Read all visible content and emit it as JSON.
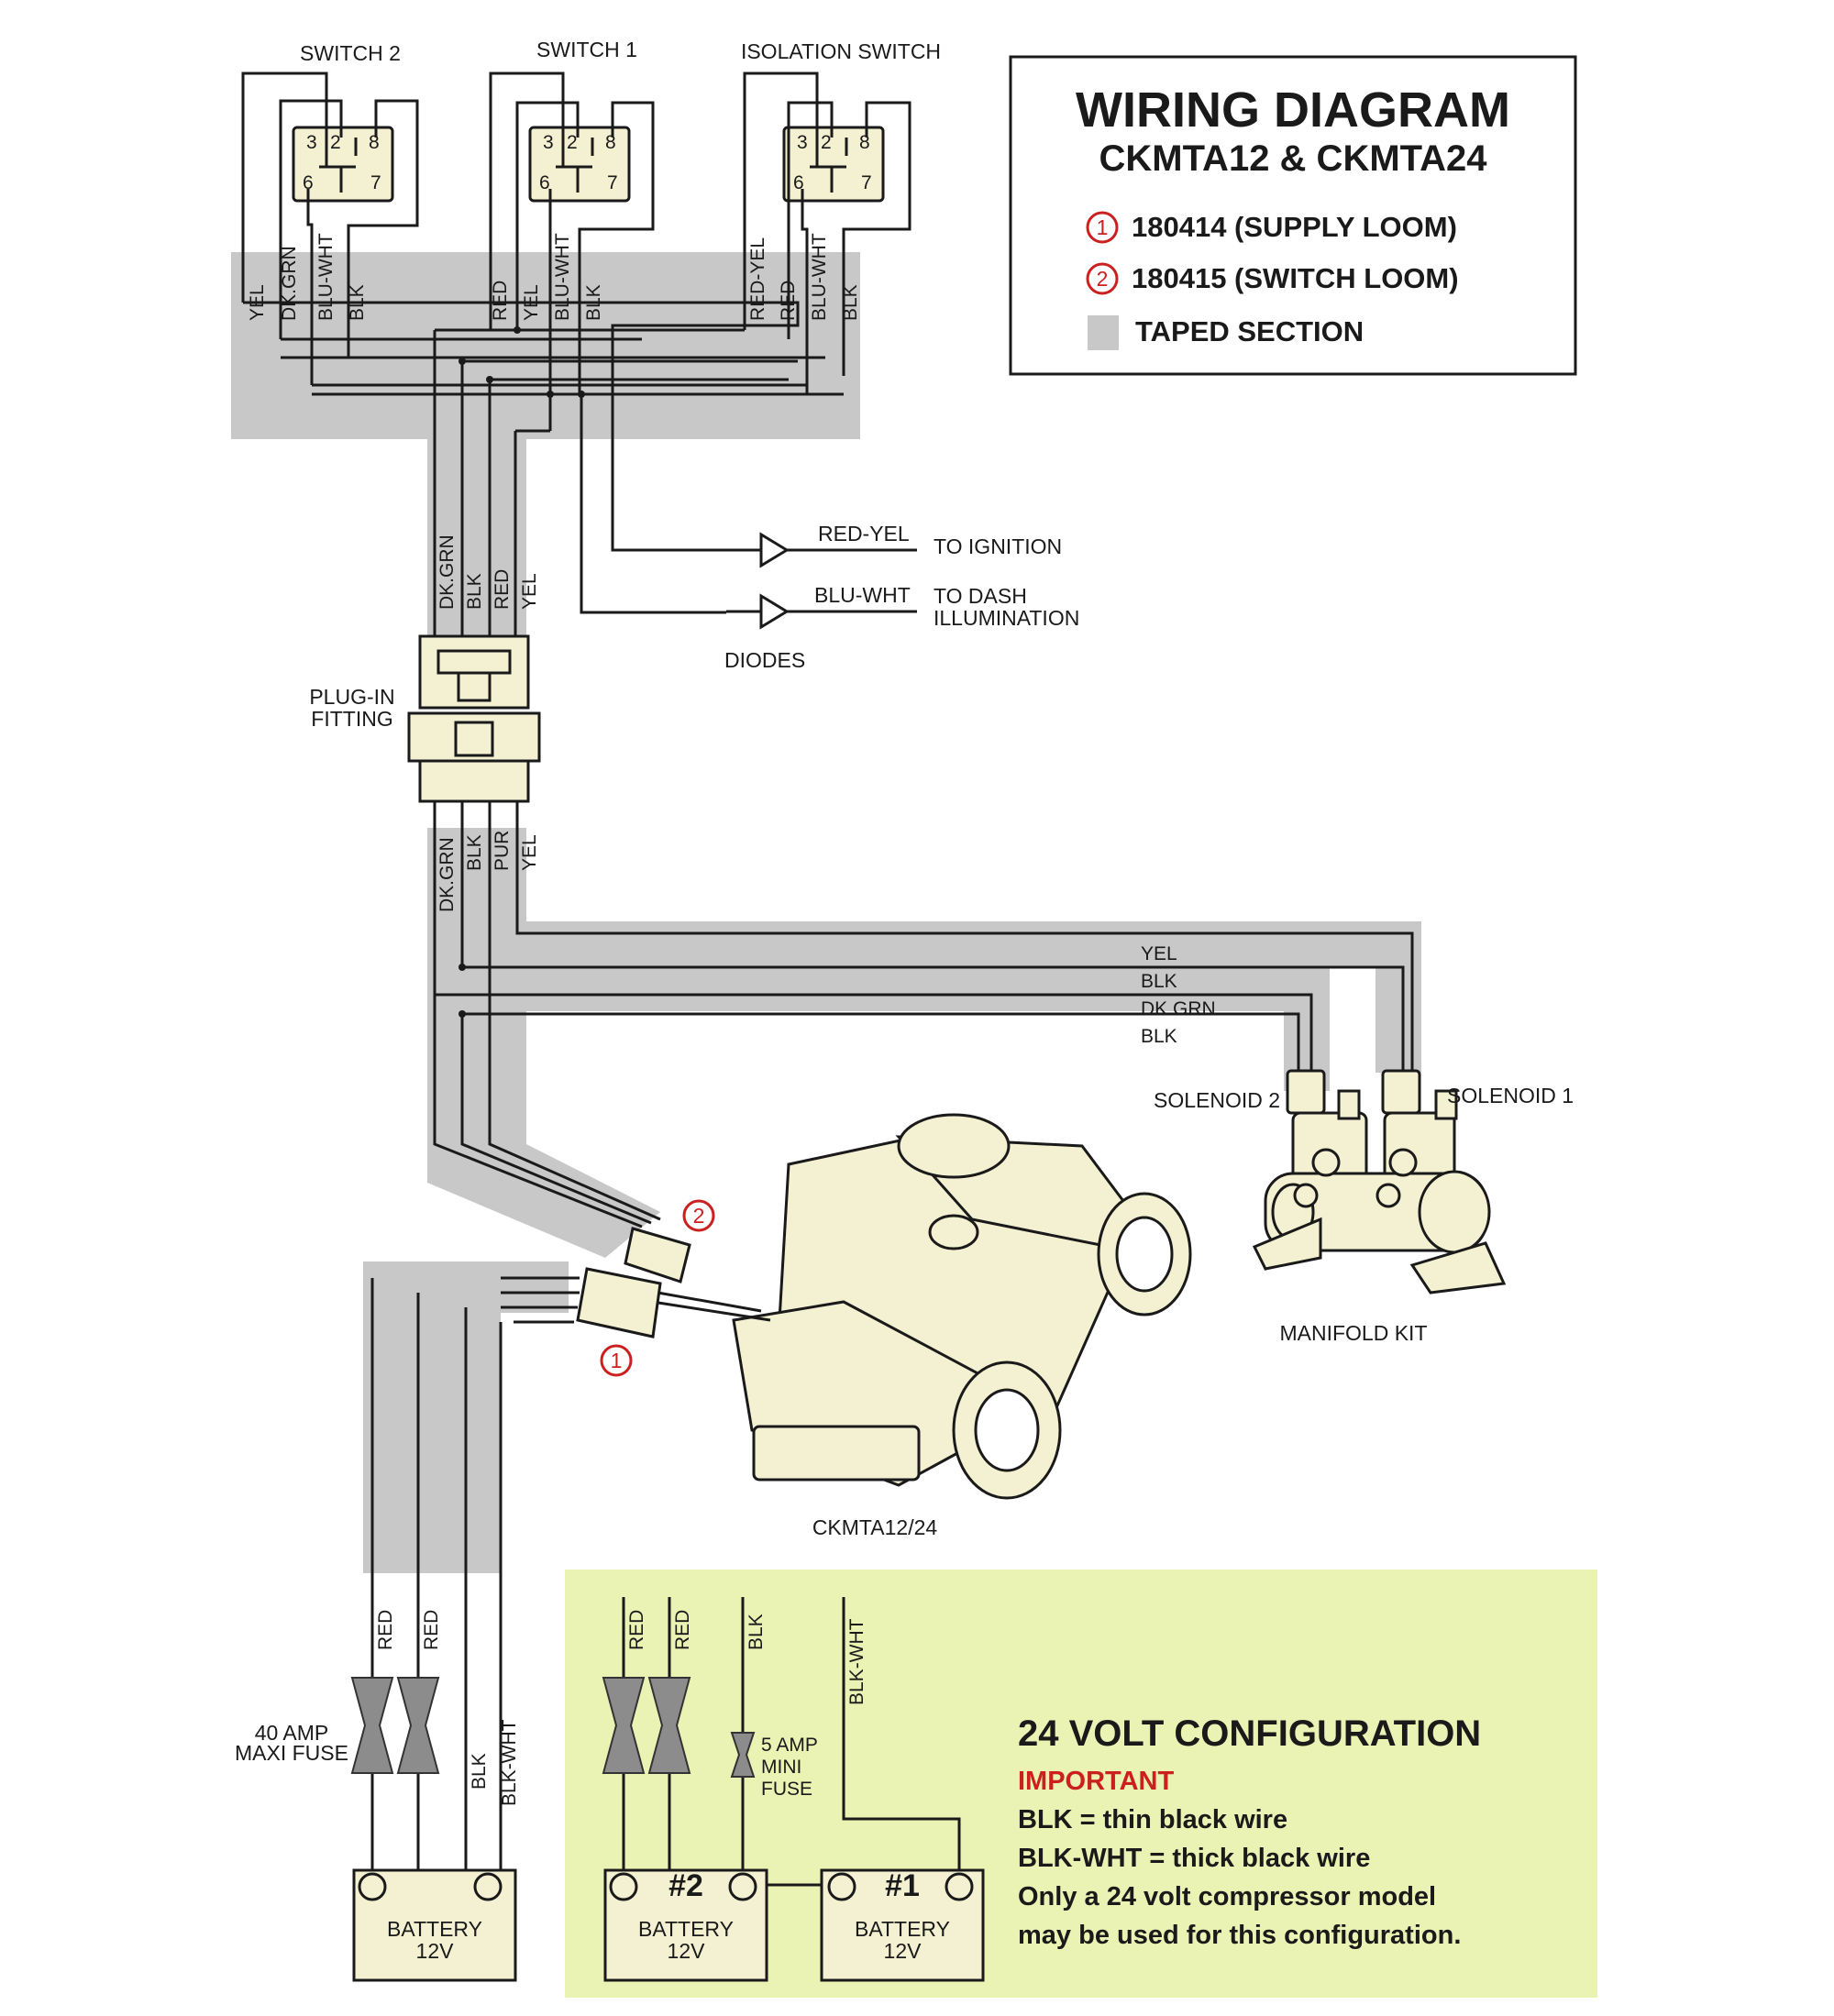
{
  "legend": {
    "title": "WIRING DIAGRAM",
    "subtitle": "CKMTA12 & CKMTA24",
    "items": [
      {
        "num": "1",
        "text": "180414 (SUPPLY LOOM)"
      },
      {
        "num": "2",
        "text": "180415 (SWITCH LOOM)"
      },
      {
        "num": "",
        "text": "TAPED SECTION"
      }
    ]
  },
  "switches": [
    {
      "name": "SWITCH 2",
      "pins": [
        "3",
        "2",
        "8",
        "6",
        "7"
      ],
      "wires": [
        "YEL",
        "DK.GRN",
        "BLU-WHT",
        "BLK"
      ]
    },
    {
      "name": "SWITCH 1",
      "pins": [
        "3",
        "2",
        "8",
        "6",
        "7"
      ],
      "wires": [
        "RED",
        "YEL",
        "BLU-WHT",
        "BLK"
      ]
    },
    {
      "name": "ISOLATION SWITCH",
      "pins": [
        "3",
        "2",
        "8",
        "6",
        "7"
      ],
      "wires": [
        "RED-YEL",
        "RED",
        "BLU-WHT",
        "BLK"
      ]
    }
  ],
  "harness_upper": [
    "DK.GRN",
    "BLK",
    "RED",
    "YEL"
  ],
  "harness_lower": [
    "DK.GRN",
    "BLK",
    "PUR",
    "YEL"
  ],
  "diodes": {
    "label": "DIODES",
    "lines": [
      {
        "wire": "RED-YEL",
        "dest": "TO IGNITION",
        "dest2": ""
      },
      {
        "wire": "BLU-WHT",
        "dest": "TO DASH",
        "dest2": "ILLUMINATION"
      }
    ]
  },
  "plug": {
    "line1": "PLUG-IN",
    "line2": "FITTING"
  },
  "solenoid_run": [
    "YEL",
    "BLK",
    "DK.GRN",
    "BLK"
  ],
  "solenoid2": "SOLENOID 2",
  "solenoid1": "SOLENOID 1",
  "manifold": "MANIFOLD KIT",
  "compressor": "CKMTA12/24",
  "markers": {
    "loom1": "1",
    "loom2": "2"
  },
  "config12": {
    "fuse_line1": "40 AMP",
    "fuse_line2": "MAXI FUSE",
    "wires": [
      "RED",
      "RED",
      "BLK",
      "BLK-WHT"
    ],
    "battery_line1": "BATTERY",
    "battery_line2": "12V"
  },
  "config24": {
    "wires": [
      "RED",
      "RED",
      "BLK",
      "BLK-WHT"
    ],
    "mini_fuse": [
      "5 AMP",
      "MINI",
      "FUSE"
    ],
    "battery2": {
      "num": "#2",
      "line1": "BATTERY",
      "line2": "12V"
    },
    "battery1": {
      "num": "#1",
      "line1": "BATTERY",
      "line2": "12V"
    },
    "title": "24 VOLT CONFIGURATION",
    "important": "IMPORTANT",
    "notes": [
      "BLK = thin black wire",
      "BLK-WHT = thick black wire",
      "Only a 24 volt compressor model",
      "may be used for this configuration."
    ]
  },
  "colors": {
    "tape": "#c8c8c8",
    "part": "#f4f1d2",
    "panel": "#eaf2b4",
    "marker": "#cc1f1f"
  }
}
